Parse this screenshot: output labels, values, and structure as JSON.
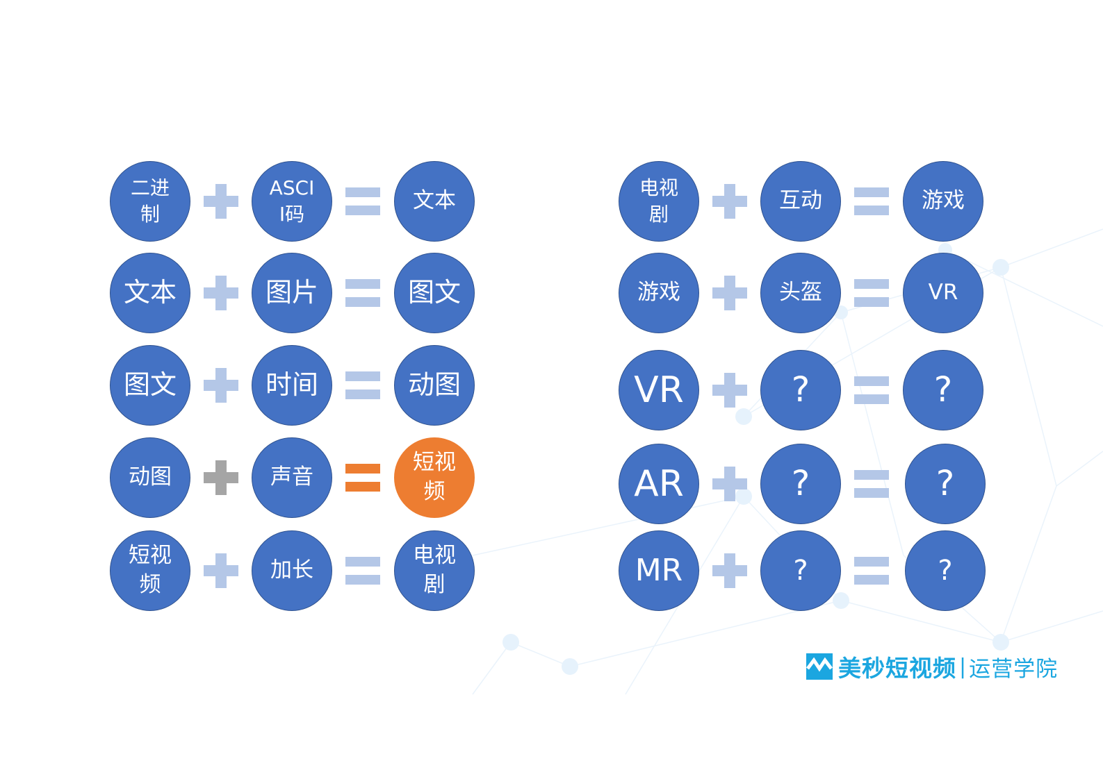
{
  "colors": {
    "circle_blue": "#4472C4",
    "circle_border": "#2F528F",
    "operator_light_blue": "#B4C7E7",
    "highlight_orange": "#ED7D31",
    "operator_gray": "#A5A5A5",
    "logo_blue": "#1BA6E0"
  },
  "left_equations": [
    {
      "a": "二进\n制",
      "op1": "+",
      "b": "ASCI\nI码",
      "op2": "=",
      "result": "文本"
    },
    {
      "a": "文本",
      "op1": "+",
      "b": "图片",
      "op2": "=",
      "result": "图文"
    },
    {
      "a": "图文",
      "op1": "+",
      "b": "时间",
      "op2": "=",
      "result": "动图"
    },
    {
      "a": "动图",
      "op1": "+",
      "b": "声音",
      "op2": "=",
      "result": "短视\n频"
    },
    {
      "a": "短视\n频",
      "op1": "+",
      "b": "加长",
      "op2": "=",
      "result": "电视\n剧"
    }
  ],
  "right_equations": [
    {
      "a": "电视\n剧",
      "op1": "+",
      "b": "互动",
      "op2": "=",
      "result": "游戏"
    },
    {
      "a": "游戏",
      "op1": "+",
      "b": "头盔",
      "op2": "=",
      "result": "VR"
    },
    {
      "a": "VR",
      "op1": "+",
      "b": "?",
      "op2": "=",
      "result": "?"
    },
    {
      "a": "AR",
      "op1": "+",
      "b": "?",
      "op2": "=",
      "result": "?"
    },
    {
      "a": "MR",
      "op1": "+",
      "b": "?",
      "op2": "=",
      "result": "?"
    }
  ],
  "logo": {
    "icon": "m-mountain-logo-icon",
    "brand": "美秒短视频",
    "separator": "|",
    "subtitle": "运营学院"
  }
}
